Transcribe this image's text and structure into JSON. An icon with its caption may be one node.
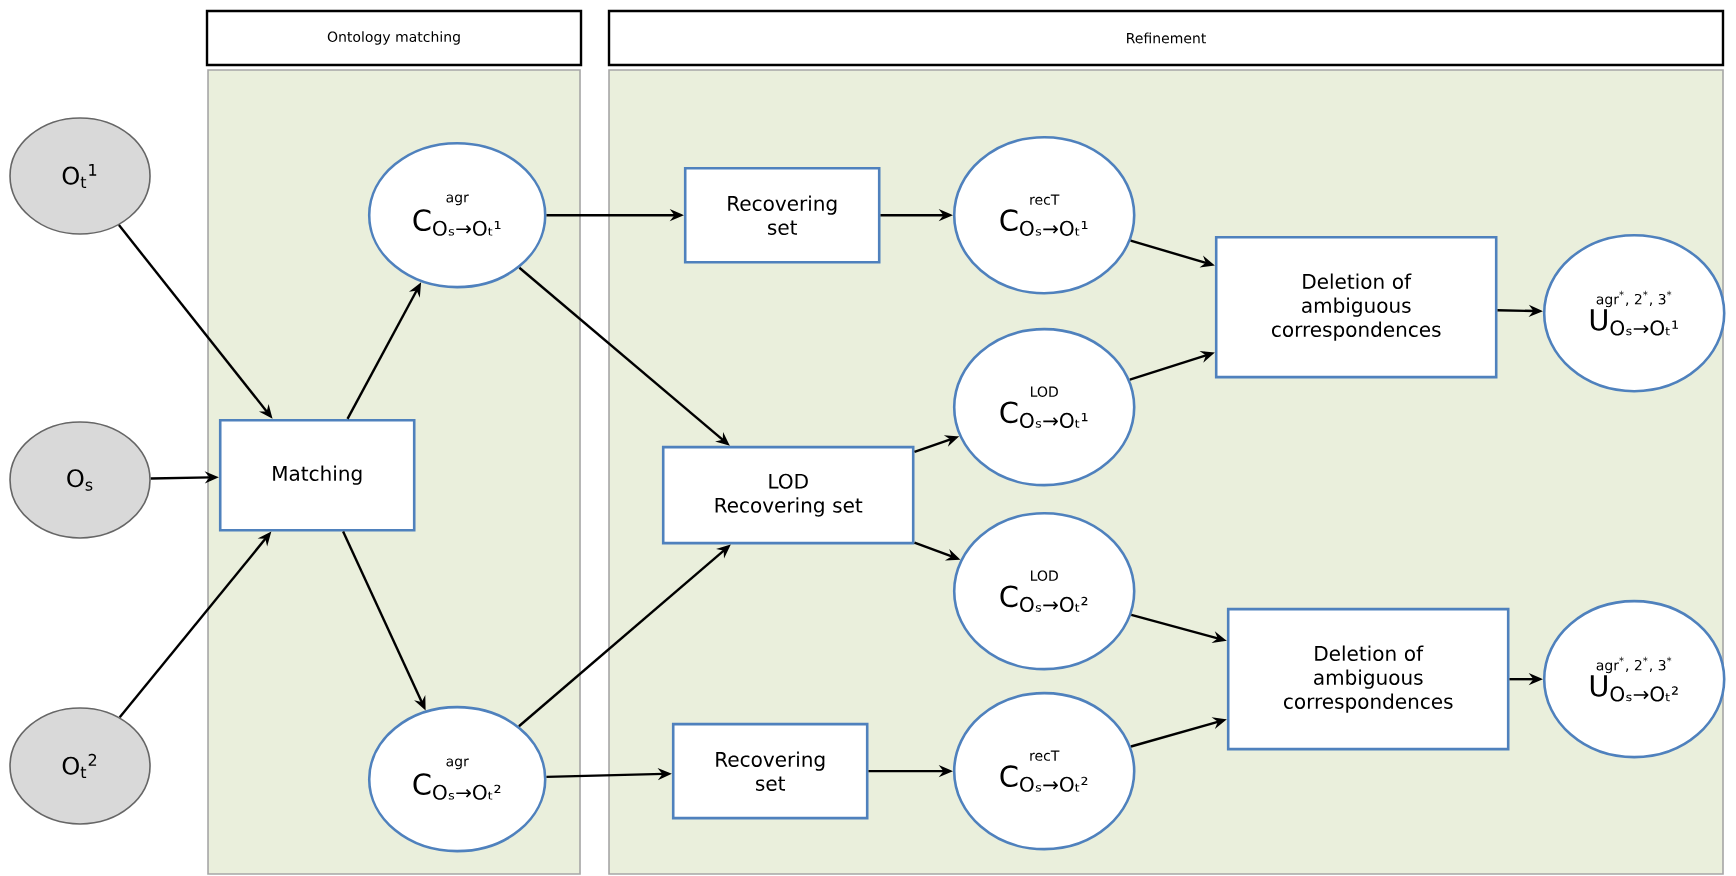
{
  "diagram": {
    "nodes": [
      {
        "text": [
          "Ontology matching"
        ]
      },
      {
        "text": [
          "Refinement"
        ]
      },
      {
        "text": [
          "O$_{t}$$^{1}$"
        ]
      },
      {
        "text": [
          "O$_{s}$"
        ]
      },
      {
        "text": [
          "O$_{t}$$^{2}$"
        ]
      },
      {
        "text": [
          "Matching"
        ],
        "in": 0
      },
      {
        "text": [
          "agr",
          "C$_{Oₛ→Oₜ¹}$"
        ],
        "in": 0
      },
      {
        "text": [
          "agr",
          "C$_{Oₛ→Oₜ²}$"
        ],
        "in": 0
      },
      {
        "text": [
          "Recovering set"
        ],
        "in": 1
      },
      {
        "text": [
          "LOD Recovering set"
        ],
        "in": 1
      },
      {
        "text": [
          "Recovering set"
        ],
        "in": 1
      },
      {
        "text": [
          "recT",
          "C$_{Oₛ→Oₜ¹}$"
        ],
        "in": 1
      },
      {
        "text": [
          "LOD",
          "C$_{Oₛ→Oₜ¹}$"
        ],
        "in": 1
      },
      {
        "text": [
          "LOD",
          "C$_{Oₛ→Oₜ²}$"
        ],
        "in": 1
      },
      {
        "text": [
          "recT",
          "C$_{Oₛ→Oₜ²}$"
        ],
        "in": 1
      },
      {
        "text": [
          "Deletion of ambiguous correspondences"
        ],
        "in": 1
      },
      {
        "text": [
          "Deletion of ambiguous correspondences"
        ],
        "in": 1
      },
      {
        "text": [
          "agr$^{*}$, 2$^{*}$, 3$^{*}$",
          "U$_{Oₛ→Oₜ¹}$"
        ],
        "in": 1
      },
      {
        "text": [
          "agr$^{*}$, 2$^{*}$, 3$^{*}$",
          "U$_{Oₛ→Oₜ²}$"
        ],
        "in": 1
      }
    ],
    "edges": [
      {
        "from": 2,
        "to": 5,
        "arrow": "to"
      },
      {
        "from": 3,
        "to": 5,
        "arrow": "to"
      },
      {
        "from": 4,
        "to": 5,
        "arrow": "to"
      },
      {
        "from": 5,
        "to": 6,
        "arrow": "to"
      },
      {
        "from": 5,
        "to": 7,
        "arrow": "to"
      },
      {
        "from": 6,
        "to": 8,
        "arrow": "to"
      },
      {
        "from": 6,
        "to": 9,
        "arrow": "to"
      },
      {
        "from": 7,
        "to": 9,
        "arrow": "to"
      },
      {
        "from": 7,
        "to": 10,
        "arrow": "to"
      },
      {
        "from": 8,
        "to": 11,
        "arrow": "to"
      },
      {
        "from": 9,
        "to": 12,
        "arrow": "to"
      },
      {
        "from": 9,
        "to": 13,
        "arrow": "to"
      },
      {
        "from": 10,
        "to": 14,
        "arrow": "to"
      },
      {
        "from": 11,
        "to": 15,
        "arrow": "to"
      },
      {
        "from": 12,
        "to": 15,
        "arrow": "to"
      },
      {
        "from": 13,
        "to": 16,
        "arrow": "to"
      },
      {
        "from": 14,
        "to": 16,
        "arrow": "to"
      },
      {
        "from": 15,
        "to": 17,
        "arrow": "to"
      },
      {
        "from": 16,
        "to": 18,
        "arrow": "to"
      }
    ]
  }
}
